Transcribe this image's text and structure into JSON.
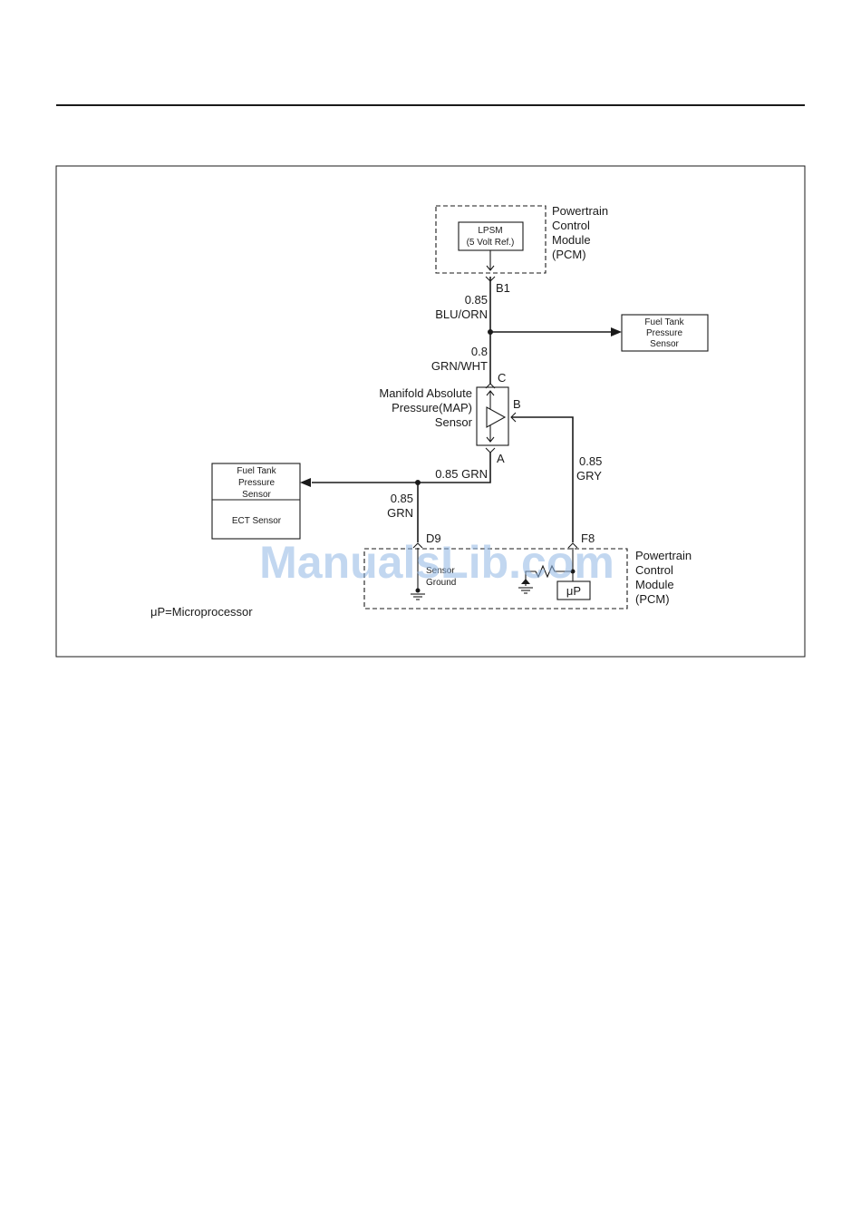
{
  "watermark": "ManualsLib.com",
  "pcm_top": {
    "title_lines": [
      "Powertrain",
      "Control",
      "Module",
      "(PCM)"
    ],
    "inner_box_lines": [
      "LPSM",
      "(5 Volt Ref.)"
    ],
    "terminal": "B1"
  },
  "wires": {
    "blu_orn": [
      "0.85",
      "BLU/ORN"
    ],
    "grn_wht": [
      "0.8",
      "GRN/WHT"
    ],
    "grn_horizontal": "0.85 GRN",
    "grn_vertical": [
      "0.85",
      "GRN"
    ],
    "gry": [
      "0.85",
      "GRY"
    ]
  },
  "fuel_tank_right": {
    "lines": [
      "Fuel Tank",
      "Pressure",
      "Sensor"
    ]
  },
  "map_sensor": {
    "lines": [
      "Manifold Absolute",
      "Pressure(MAP)",
      "Sensor"
    ],
    "terminals": {
      "c": "C",
      "b": "B",
      "a": "A"
    }
  },
  "left_box": {
    "upper_lines": [
      "Fuel Tank",
      "Pressure",
      "Sensor"
    ],
    "lower": "ECT Sensor"
  },
  "pcm_bottom": {
    "title_lines": [
      "Powertrain",
      "Control",
      "Module",
      "(PCM)"
    ],
    "terminal_d9": "D9",
    "terminal_f8": "F8",
    "sensor_ground_lines": [
      "Sensor",
      "Ground"
    ],
    "micro_box": "μP"
  },
  "legend": "μP=Microprocessor"
}
